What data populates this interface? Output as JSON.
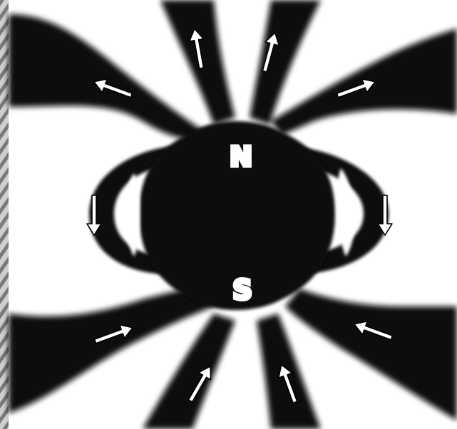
{
  "image": {
    "labels": {
      "north": "N",
      "south": "S"
    },
    "colors": {
      "background": "#ffffff",
      "field_ink": "#0a0a0a",
      "arrow_fill": "#ffffff",
      "arrow_stroke": "#000000",
      "edge_strip": "#9a9a9a"
    },
    "arrow_direction": "out-of-N-into-S"
  }
}
